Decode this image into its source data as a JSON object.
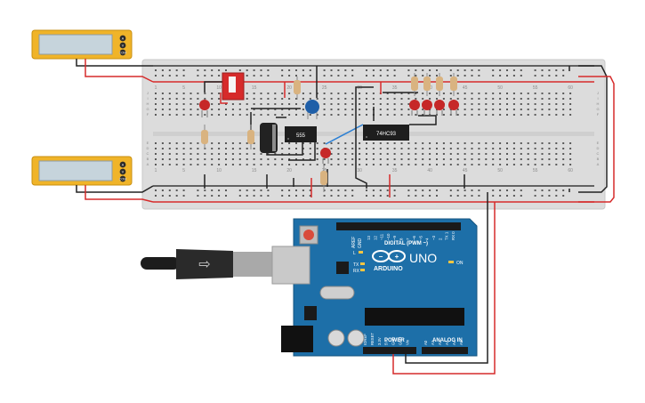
{
  "colors": {
    "breadboard": "#dcdcdc",
    "rail_red": "#d62b2b",
    "rail_dark": "#3a3a3a",
    "wire_black": "#222222",
    "wire_red": "#d62b2b",
    "wire_blue": "#2a7fd4",
    "arduino_board": "#1d6fa8",
    "meter_body": "#f0b429",
    "led_red": "#c62828",
    "ic_black": "#1e1e1e"
  },
  "breadboard": {
    "column_numbers_top": [
      "1",
      "5",
      "10",
      "15",
      "20",
      "25",
      "30",
      "35",
      "40",
      "45",
      "50",
      "55",
      "60"
    ],
    "column_numbers_bottom": [
      "1",
      "5",
      "10",
      "15",
      "20",
      "25",
      "30",
      "35",
      "40",
      "45",
      "50",
      "55",
      "60"
    ],
    "row_letters_top": [
      "J",
      "I",
      "H",
      "G",
      "F"
    ],
    "row_letters_bottom": [
      "E",
      "D",
      "C",
      "B",
      "A"
    ]
  },
  "components": {
    "timer_ic_label": "555",
    "counter_ic_label": "74HC93"
  },
  "arduino": {
    "brand_label": "ARDUINO",
    "model_label": "UNO",
    "digital_header_label": "DIGITAL (PWM ~)",
    "power_label": "POWER",
    "analog_label": "ANALOG IN",
    "on_label": "ON",
    "tx_label": "TX",
    "rx_label": "RX",
    "l_label": "L",
    "aref_label": "AREF",
    "gnd_label": "GND",
    "digital_pins": [
      "13",
      "12",
      "~11",
      "~10",
      "~9",
      "8",
      "7",
      "~6",
      "~5",
      "4",
      "~3",
      "2",
      "TX 1",
      "RX 0"
    ],
    "power_pins": [
      "IOREF",
      "RESET",
      "3.3V",
      "5V",
      "GND",
      "GND",
      "Vin"
    ],
    "analog_pins": [
      "A0",
      "A1",
      "A2",
      "A3",
      "A4",
      "A5"
    ]
  },
  "multimeter_top": {
    "terminals": [
      "A",
      "V",
      "COM"
    ]
  },
  "multimeter_bottom": {
    "terminals": [
      "A",
      "V",
      "COM"
    ]
  }
}
